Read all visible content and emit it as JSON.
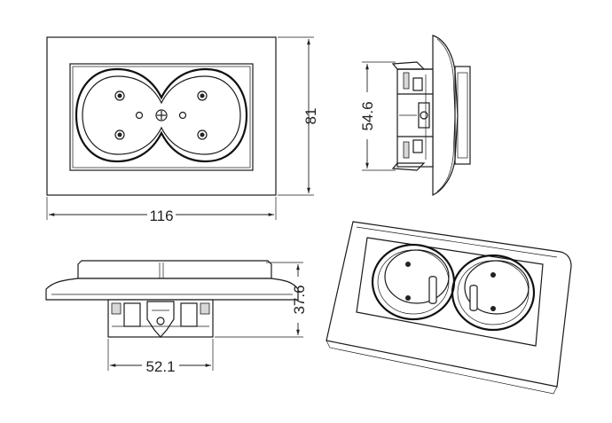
{
  "dimensions": {
    "front_width": "116",
    "front_height": "81",
    "side_height": "54.6",
    "depth": "37.6",
    "base_width": "52.1"
  },
  "colors": {
    "line": "#1a1a1a",
    "background": "#ffffff"
  }
}
